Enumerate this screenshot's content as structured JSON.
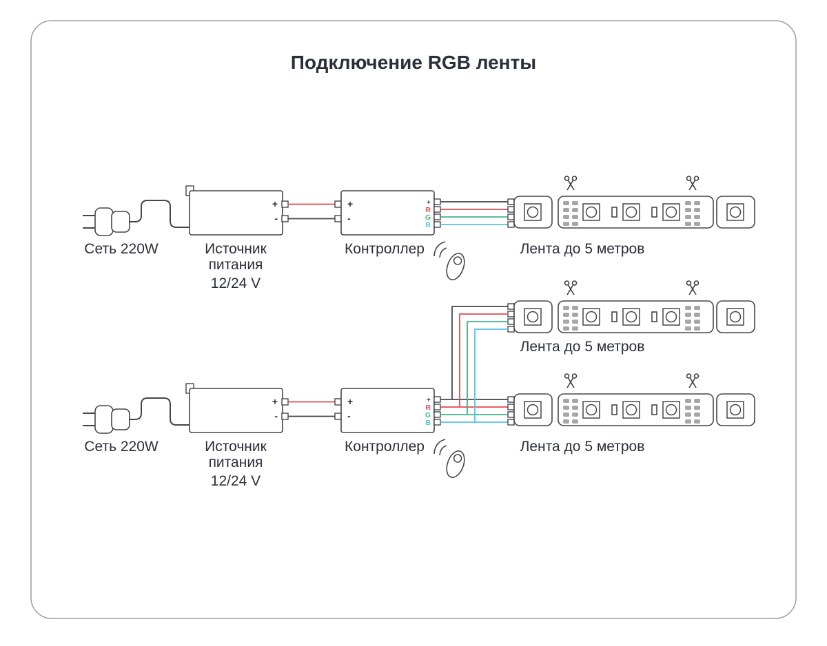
{
  "title": "Подключение RGB ленты",
  "labels": {
    "mains": "Сеть 220W",
    "psu_line1": "Источник",
    "psu_line2": "питания",
    "psu_voltage": "12/24 V",
    "controller": "Контроллер",
    "strip": "Лента до 5 метров"
  },
  "terminals": {
    "plus": "+",
    "minus": "-",
    "r": "R",
    "g": "G",
    "b": "B"
  },
  "colors": {
    "red": "#e5484d",
    "green": "#3eb489",
    "blue": "#54c1e6",
    "dark": "#43454d",
    "text": "#2c2e3a"
  }
}
